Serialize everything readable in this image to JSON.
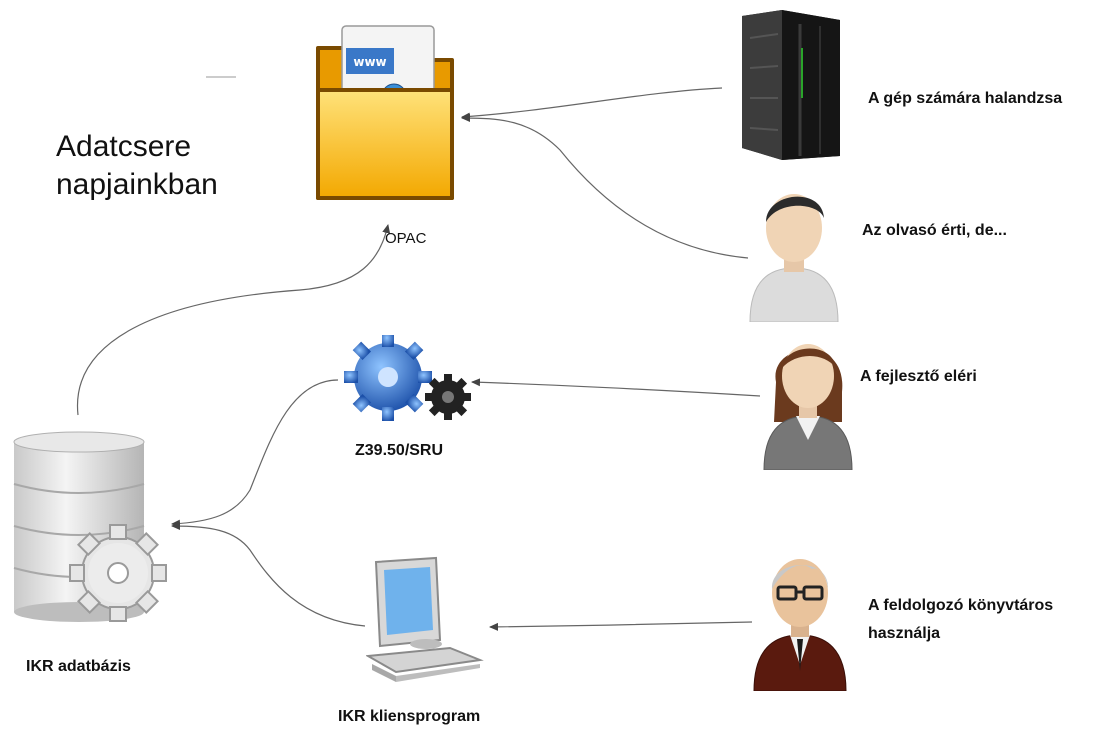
{
  "title": {
    "line1": "Adatcsere",
    "line2": "napjainkban"
  },
  "nodes": {
    "opac": {
      "label": "OPAC",
      "icon": "folder-www-icon"
    },
    "z3950": {
      "label": "Z39.50/SRU",
      "icon": "gears-icon"
    },
    "database": {
      "label": "IKR adatbázis",
      "icon": "database-gear-icon"
    },
    "client": {
      "label": "IKR kliensprogram",
      "icon": "computer-icon"
    }
  },
  "actors": {
    "machine": {
      "label": "A gép számára halandzsa",
      "icon": "server-icon"
    },
    "reader": {
      "label": "Az olvasó érti, de...",
      "icon": "man-avatar-icon"
    },
    "developer": {
      "label": "A fejlesztő eléri",
      "icon": "woman-avatar-icon"
    },
    "librarian": {
      "line1": "A feldolgozó könyvtáros",
      "line2": "használja",
      "icon": "old-man-glasses-icon"
    }
  },
  "colors": {
    "folder": "#f7b500",
    "gear_blue": "#2f6fd0",
    "arrow": "#444444",
    "server": "#2a2a2a"
  }
}
